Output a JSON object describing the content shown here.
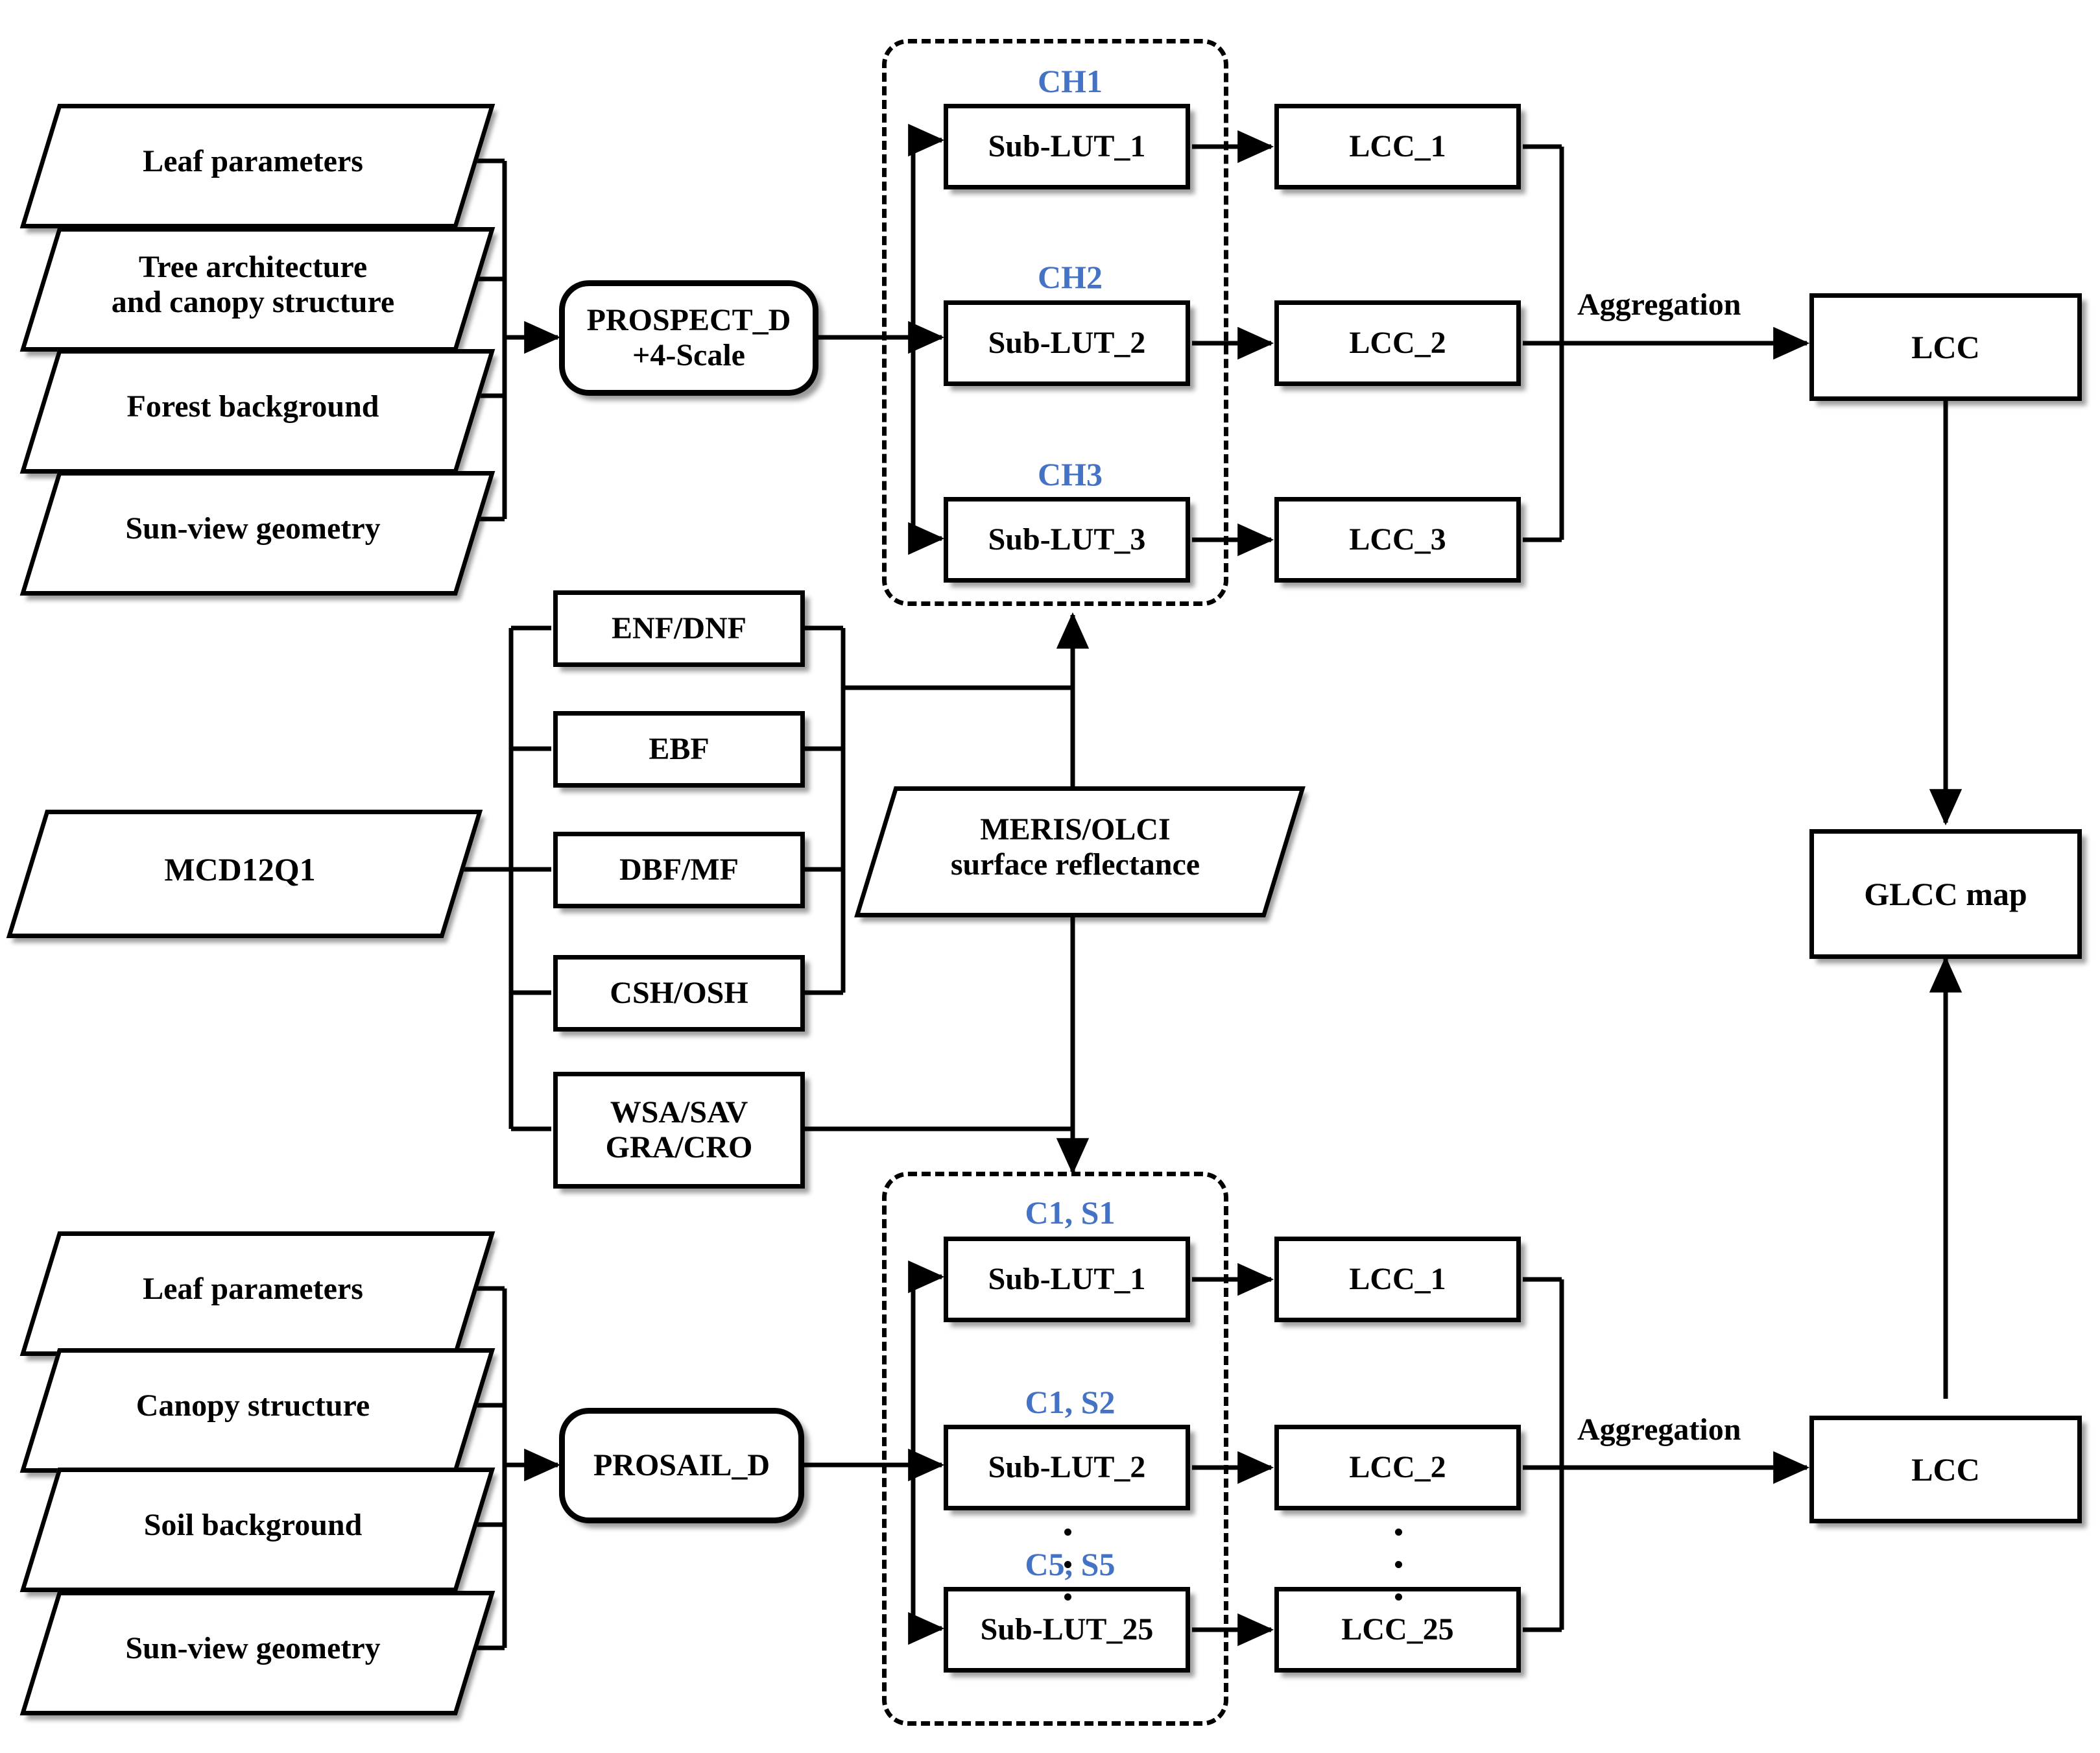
{
  "diagram": {
    "title": "LCC retrieval workflow",
    "accent_blue": "#4472C4",
    "line_color": "#000000",
    "background": "#ffffff"
  },
  "top_branch": {
    "inputs": [
      {
        "label": "Leaf parameters"
      },
      {
        "label": "Tree architecture\nand canopy structure"
      },
      {
        "label": "Forest background"
      },
      {
        "label": "Sun-view geometry"
      }
    ],
    "model": {
      "label": "PROSPECT_D\n+4-Scale"
    },
    "lut_group_labels": [
      "CH1",
      "CH2",
      "CH3"
    ],
    "luts": [
      {
        "label": "Sub-LUT_1"
      },
      {
        "label": "Sub-LUT_2"
      },
      {
        "label": "Sub-LUT_3"
      }
    ],
    "lccs": [
      {
        "label": "LCC_1"
      },
      {
        "label": "LCC_2"
      },
      {
        "label": "LCC_3"
      }
    ],
    "aggregation_label": "Aggregation",
    "output": {
      "label": "LCC"
    }
  },
  "middle_branch": {
    "source": {
      "label": "MCD12Q1"
    },
    "classes": [
      {
        "label": "ENF/DNF"
      },
      {
        "label": "EBF"
      },
      {
        "label": "DBF/MF"
      },
      {
        "label": "CSH/OSH"
      },
      {
        "label": "WSA/SAV\nGRA/CRO"
      }
    ],
    "reflectance": {
      "label": "MERIS/OLCI\nsurface reflectance"
    }
  },
  "bottom_branch": {
    "inputs": [
      {
        "label": "Leaf parameters"
      },
      {
        "label": "Canopy structure"
      },
      {
        "label": "Soil background"
      },
      {
        "label": "Sun-view geometry"
      }
    ],
    "model": {
      "label": "PROSAIL_D"
    },
    "lut_group_labels": [
      "C1, S1",
      "C1, S2",
      "C5, S5"
    ],
    "luts": [
      {
        "label": "Sub-LUT_1"
      },
      {
        "label": "Sub-LUT_2"
      },
      {
        "label": "Sub-LUT_25"
      }
    ],
    "lccs": [
      {
        "label": "LCC_1"
      },
      {
        "label": "LCC_2"
      },
      {
        "label": "LCC_25"
      }
    ],
    "aggregation_label": "Aggregation",
    "output": {
      "label": "LCC"
    }
  },
  "final_output": {
    "label": "GLCC map"
  }
}
